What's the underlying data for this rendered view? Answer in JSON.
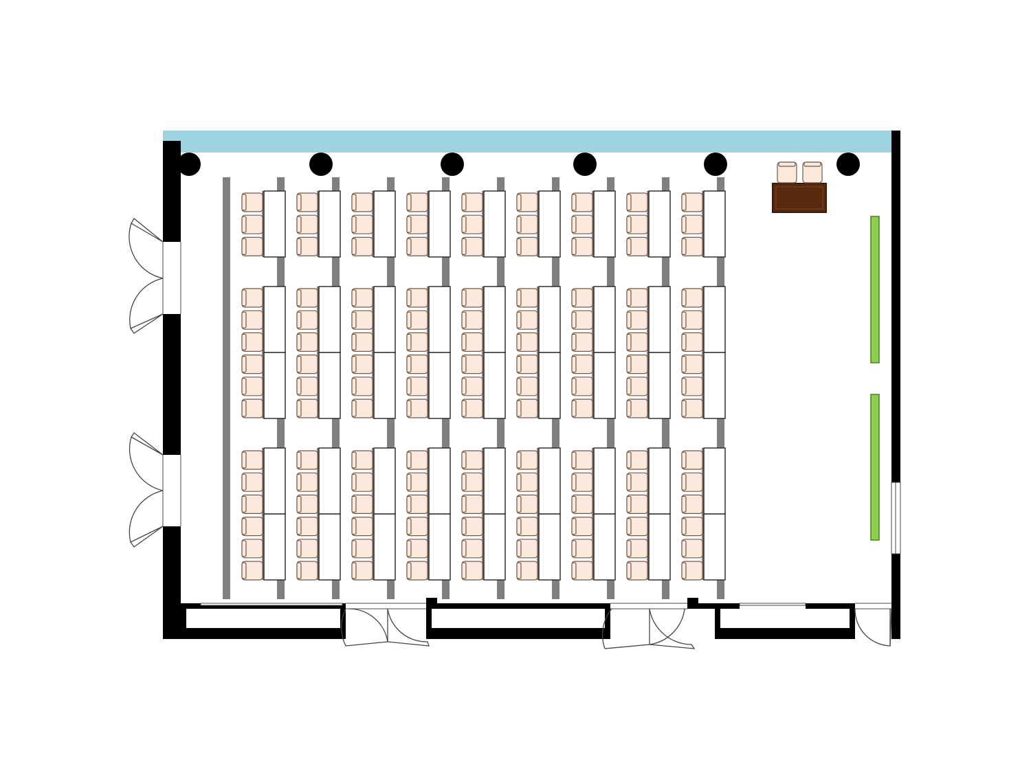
{
  "colors": {
    "background": "#ffffff",
    "wall": "#000000",
    "window": "#9dd2e0",
    "column": "#000000",
    "aisle_bar": "#808080",
    "chair_fill": "#fde9dc",
    "chair_stroke": "#6b5a50",
    "table_fill": "#ffffff",
    "table_stroke": "#222222",
    "desk_fill": "#5a2a0e",
    "desk_stroke": "#3a1a08",
    "board_fill": "#8ccf4e",
    "board_stroke": "#4e7e23",
    "door_line": "#444444"
  },
  "icons": {
    "column": "column-icon",
    "chair": "chair-icon",
    "table": "table-icon",
    "door": "door-icon",
    "podium": "presenter-desk-icon",
    "whiteboard": "whiteboard-icon"
  },
  "layout_summary": {
    "seating_columns": 9,
    "blocks_per_column": [
      3,
      6,
      6
    ],
    "columns_count": 6,
    "whiteboards": 2,
    "presenter_chairs": 2
  }
}
